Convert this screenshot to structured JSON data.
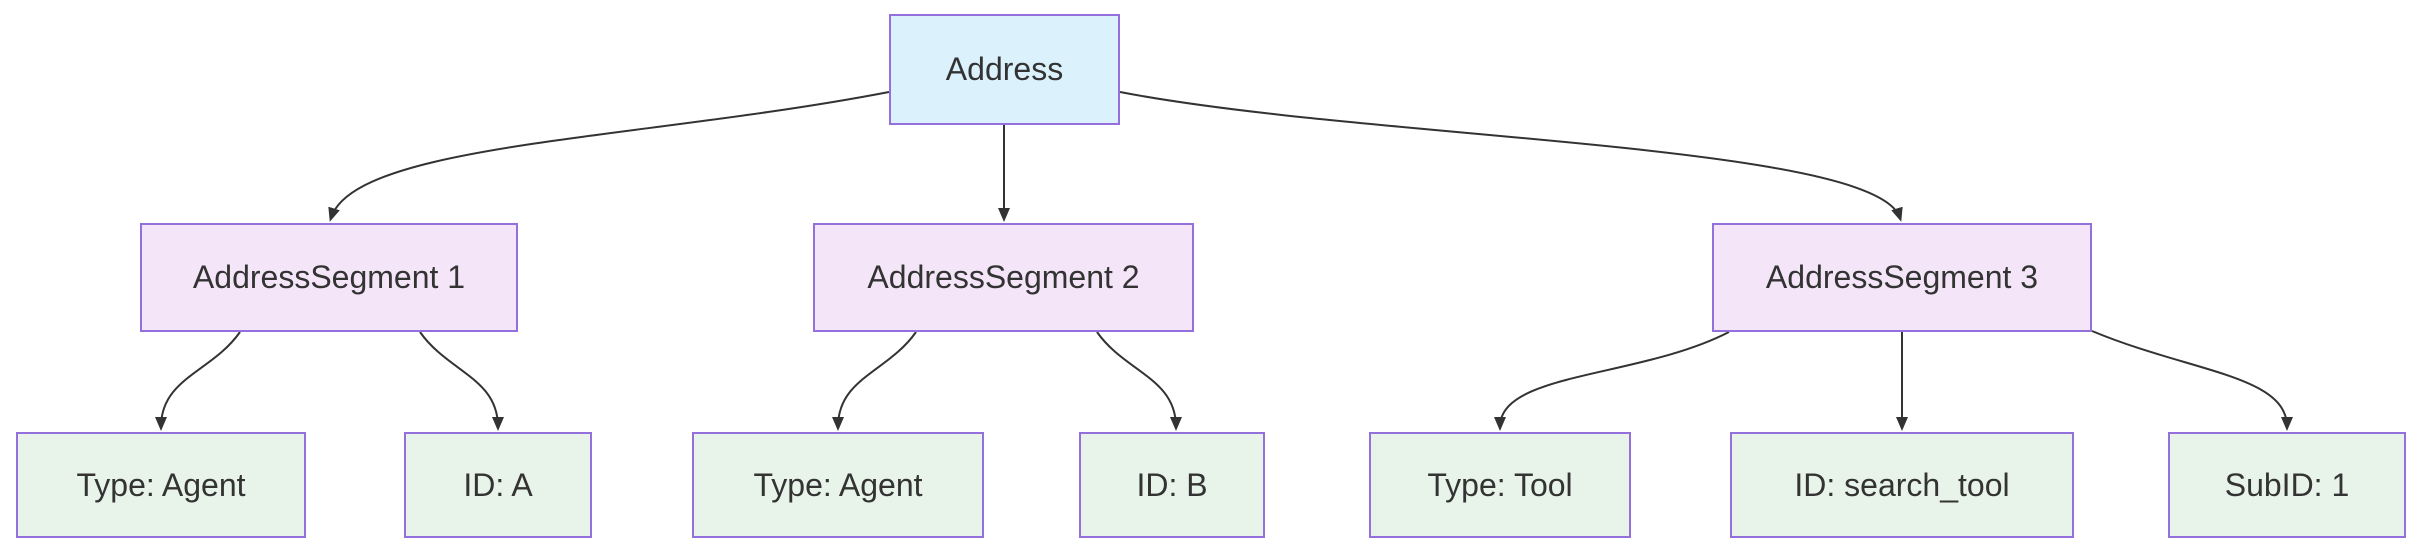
{
  "diagram": {
    "type": "flowchart",
    "direction": "top-down",
    "nodes": {
      "address": {
        "label": "Address"
      },
      "segment1": {
        "label": "AddressSegment 1"
      },
      "segment2": {
        "label": "AddressSegment 2"
      },
      "segment3": {
        "label": "AddressSegment 3"
      },
      "seg1_type": {
        "label": "Type: Agent"
      },
      "seg1_id": {
        "label": "ID: A"
      },
      "seg2_type": {
        "label": "Type: Agent"
      },
      "seg2_id": {
        "label": "ID: B"
      },
      "seg3_type": {
        "label": "Type: Tool"
      },
      "seg3_id": {
        "label": "ID: search_tool"
      },
      "seg3_subid": {
        "label": "SubID: 1"
      }
    },
    "edges": [
      {
        "from": "address",
        "to": "segment1"
      },
      {
        "from": "address",
        "to": "segment2"
      },
      {
        "from": "address",
        "to": "segment3"
      },
      {
        "from": "segment1",
        "to": "seg1_type"
      },
      {
        "from": "segment1",
        "to": "seg1_id"
      },
      {
        "from": "segment2",
        "to": "seg2_type"
      },
      {
        "from": "segment2",
        "to": "seg2_id"
      },
      {
        "from": "segment3",
        "to": "seg3_type"
      },
      {
        "from": "segment3",
        "to": "seg3_id"
      },
      {
        "from": "segment3",
        "to": "seg3_subid"
      }
    ],
    "colors": {
      "root_fill": "#dbf1fb",
      "segment_fill": "#f4e6f8",
      "leaf_fill": "#e8f3ea",
      "node_border": "#9370db",
      "edge_stroke": "#333333",
      "text": "#333333",
      "background": "#ffffff"
    }
  }
}
